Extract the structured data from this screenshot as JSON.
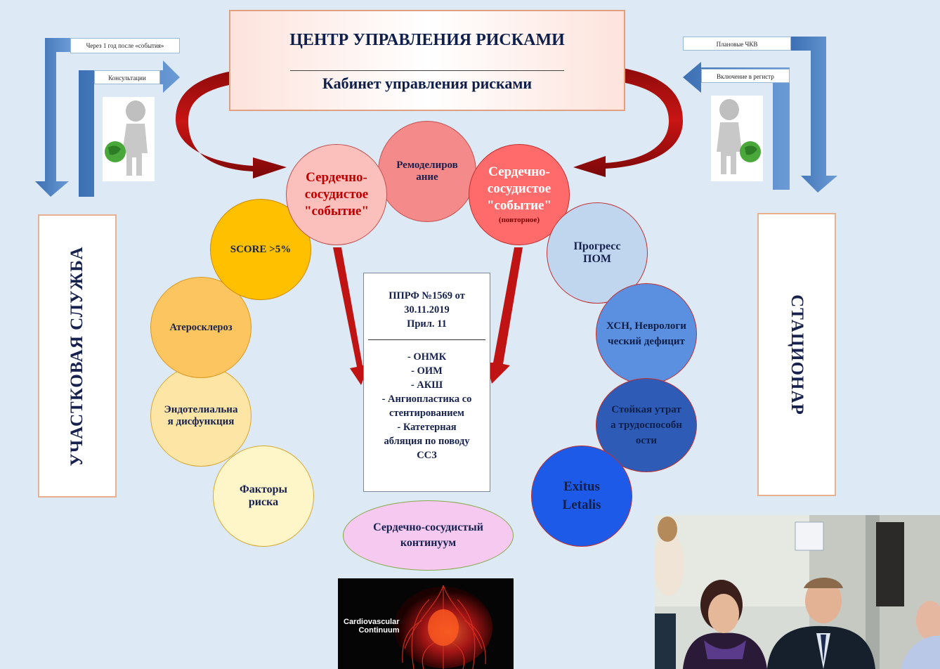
{
  "title": {
    "main": "ЦЕНТР УПРАВЛЕНИЯ РИСКАМИ",
    "sub": "Кабинет управления рисками"
  },
  "left_panel": {
    "vertical_label": "УЧАСТКОВАЯ СЛУЖБА",
    "label_top": "Через 1 год после «события»",
    "label_bottom": "Консультации"
  },
  "right_panel": {
    "vertical_label": "СТАЦИОНАР",
    "label_top": "Плановые ЧКВ",
    "label_bottom": "Включение в регистр"
  },
  "circles": {
    "event1": "Сердечно-сосудистое \"событие\"",
    "remodeling": "Ремоделирование",
    "event2": "Сердечно-сосудистое \"событие\"",
    "event2_note": "(повторное)",
    "score": "SCORE >5%",
    "athero": "Атеросклероз",
    "endothelial": "Эндотелиальная дисфункция",
    "risk_factors": "Факторы риска",
    "progress": "Прогресс ПОМ",
    "hsn": "ХСН, Неврологический дефицит",
    "disability": "Стойкая утрата трудоспособности",
    "exitus": "Exitus Letalis"
  },
  "center_box": {
    "line1": "ППРФ №1569 от",
    "line2": "30.11.2019",
    "line3": "Прил. 11",
    "items": [
      "- ОНМК",
      "- ОИМ",
      "- АКШ",
      "- Ангиопластика со",
      "стентированием",
      "- Катетерная",
      "абляция по поводу",
      "ССЗ"
    ]
  },
  "continuum": {
    "label": "Сердечно-сосудистый континуум",
    "image_label_1": "Cardiovascular",
    "image_label_2": "Continuum"
  },
  "colors": {
    "background": "#dde9f4",
    "arrow_red": "#b01010",
    "arrow_blue": "#4a7fc0",
    "title_text": "#0f1f4b"
  }
}
